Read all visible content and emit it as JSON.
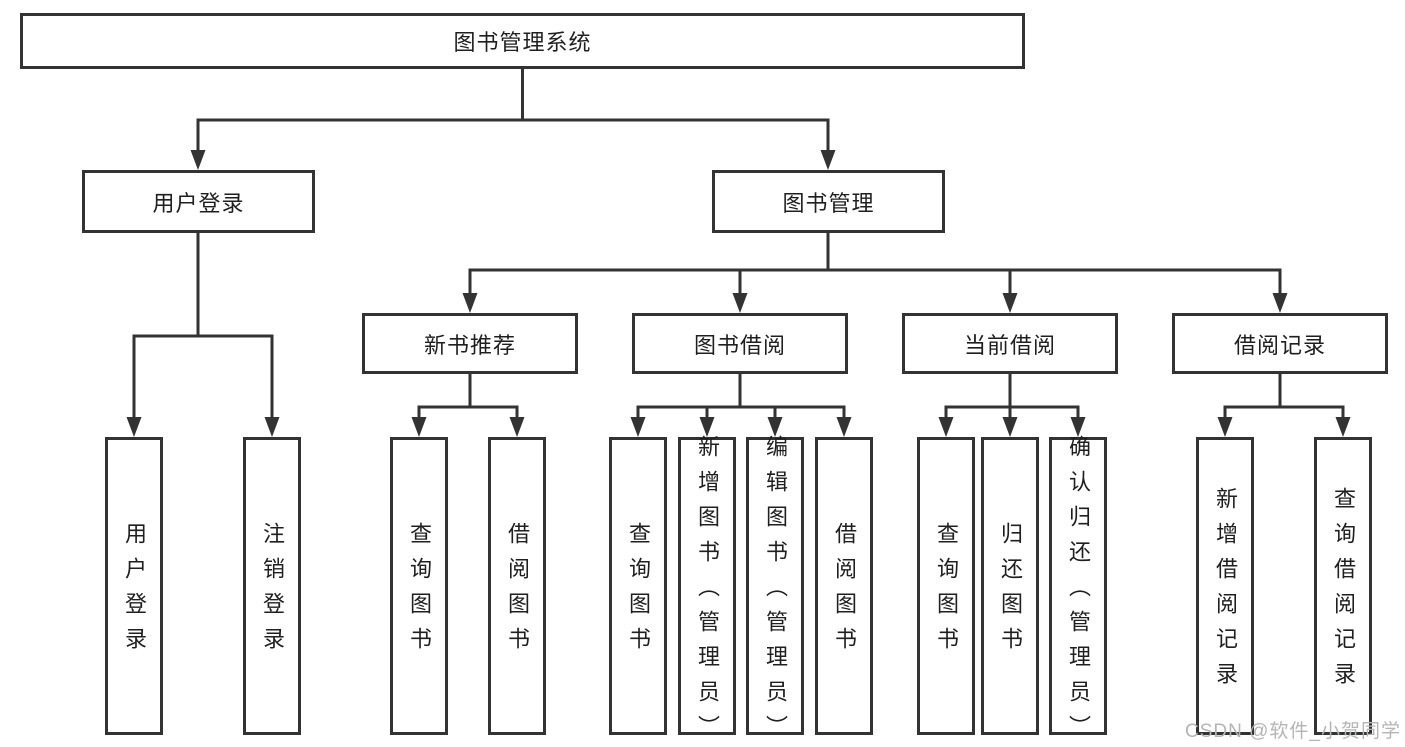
{
  "diagram": {
    "type": "hierarchy-tree",
    "root": {
      "label": "图书管理系统"
    },
    "level2": [
      {
        "label": "用户登录"
      },
      {
        "label": "图书管理"
      }
    ],
    "level3": [
      {
        "label": "新书推荐",
        "parent": "图书管理"
      },
      {
        "label": "图书借阅",
        "parent": "图书管理"
      },
      {
        "label": "当前借阅",
        "parent": "图书管理"
      },
      {
        "label": "借阅记录",
        "parent": "图书管理"
      }
    ],
    "leaves": [
      {
        "label": "用户登录",
        "parent": "用户登录"
      },
      {
        "label": "注销登录",
        "parent": "用户登录"
      },
      {
        "label": "查询图书",
        "parent": "新书推荐"
      },
      {
        "label": "借阅图书",
        "parent": "新书推荐"
      },
      {
        "label": "查询图书",
        "parent": "图书借阅"
      },
      {
        "label": "新增图书（管理员）",
        "parent": "图书借阅"
      },
      {
        "label": "编辑图书（管理员）",
        "parent": "图书借阅"
      },
      {
        "label": "借阅图书",
        "parent": "图书借阅"
      },
      {
        "label": "查询图书",
        "parent": "当前借阅"
      },
      {
        "label": "归还图书",
        "parent": "当前借阅"
      },
      {
        "label": "确认归还（管理员）",
        "parent": "当前借阅"
      },
      {
        "label": "新增借阅记录",
        "parent": "借阅记录"
      },
      {
        "label": "查询借阅记录",
        "parent": "借阅记录"
      }
    ],
    "watermark": "CSDN @软件_小贺同学",
    "colors": {
      "line": "#333333",
      "box_border": "#333333",
      "box_background": "#ffffff",
      "text": "#1f1f1f",
      "watermark": "#b5b5b5",
      "page_background": "#ffffff"
    }
  }
}
